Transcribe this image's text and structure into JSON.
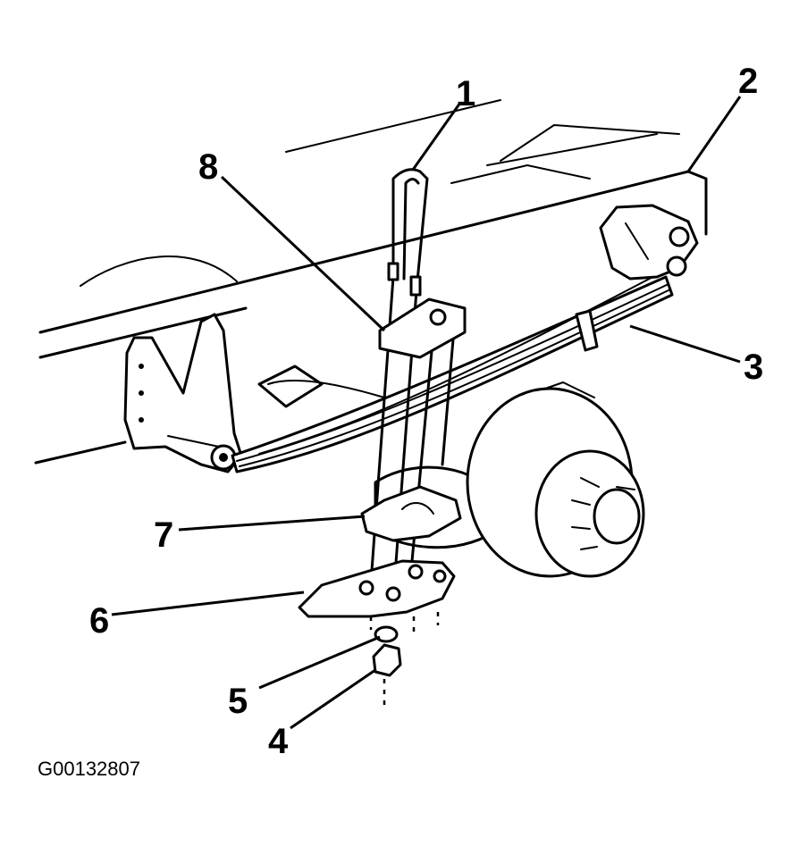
{
  "callouts": [
    {
      "id": "1",
      "label": "1"
    },
    {
      "id": "2",
      "label": "2"
    },
    {
      "id": "3",
      "label": "3"
    },
    {
      "id": "4",
      "label": "4"
    },
    {
      "id": "5",
      "label": "5"
    },
    {
      "id": "6",
      "label": "6"
    },
    {
      "id": "7",
      "label": "7"
    },
    {
      "id": "8",
      "label": "8"
    }
  ],
  "figure_id": "G00132807"
}
